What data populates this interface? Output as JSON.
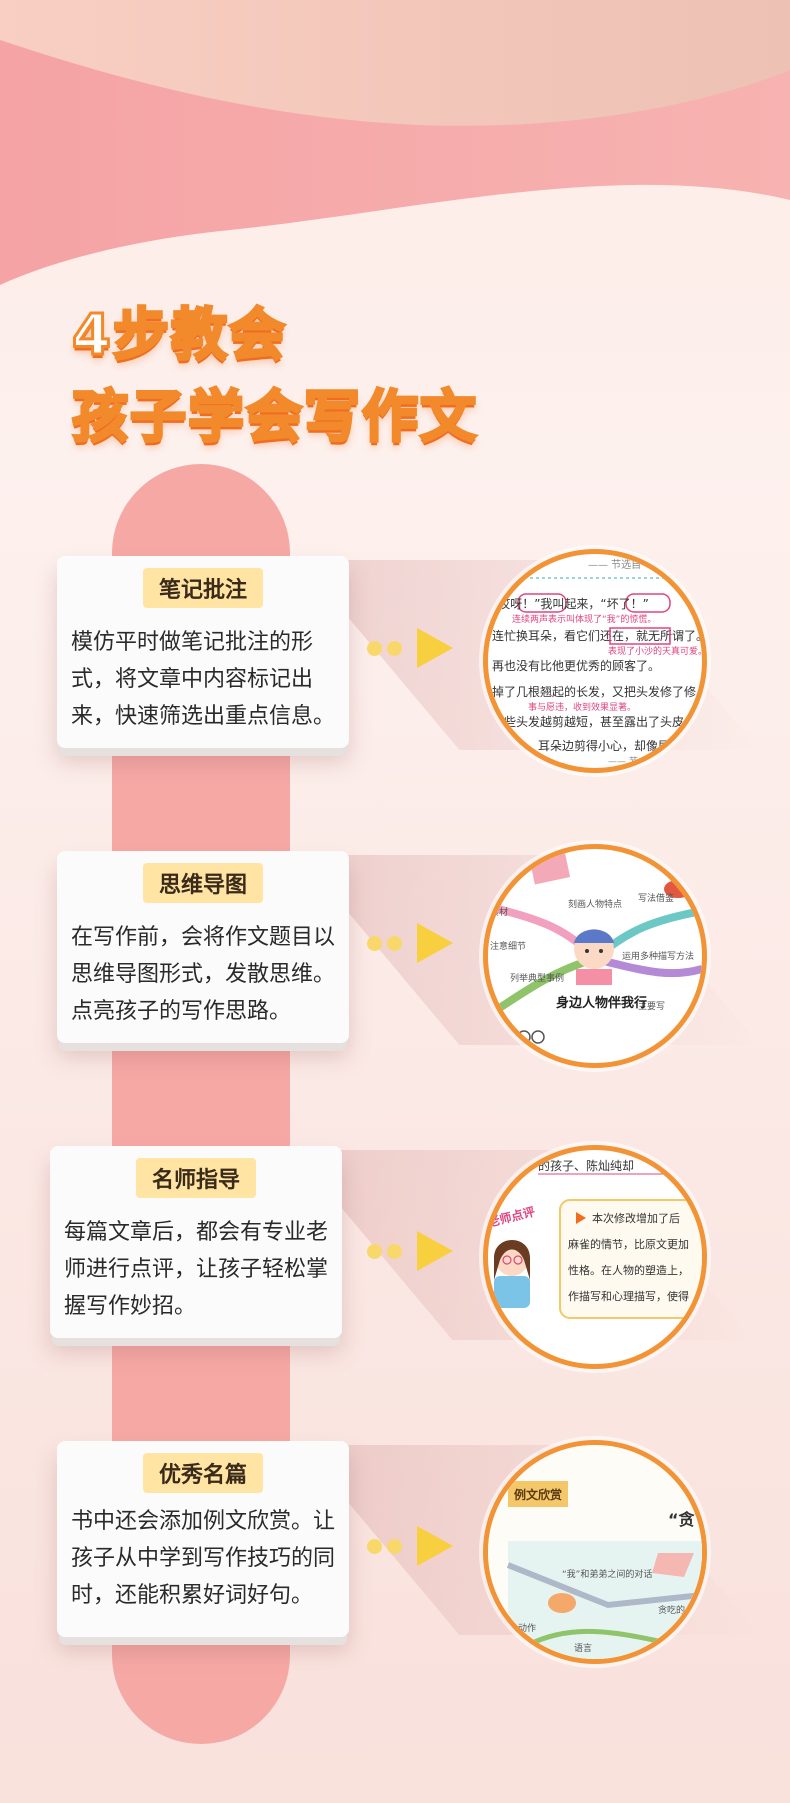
{
  "title": {
    "line1": "4步教会",
    "line2": "孩子学会写作文"
  },
  "steps": [
    {
      "badge": "笔记批注",
      "text": "模仿平时做笔记批注的形式，将文章中内容标记出来，快速筛选出重点信息。",
      "preview": {
        "header": "—— 节选自",
        "lines": [
          "“哎呀！”我叫起来，“坏了！”",
          "连忙换耳朵，看它们还在，就无所谓了。我",
          "再也没有比他更优秀的顾客了。",
          "掉了几根翘起的长发，又把头发修了修，",
          "一些头发越剪越短，甚至露出了头皮。一",
          "注注，耳朵边剪得小心，却像层",
          "—— 节"
        ],
        "notes": [
          "连续两声表示叫体现了“我”的惊慌。",
          "表现了小沙的天真可爱。",
          "事与愿违，收到效果显著。"
        ]
      }
    },
    {
      "badge": "思维导图",
      "text": "在写作前，会将作文题目以思维导图形式，发散思维。点亮孩子的写作思路。",
      "preview": {
        "center": "身边人物伴我行",
        "branches": [
          "刻画人物特点",
          "写法借鉴",
          "注意细节",
          "列举典型事例",
          "运用多种描写方法",
          "素材",
          "主要写"
        ]
      }
    },
    {
      "badge": "名师指导",
      "text": "每篇文章后，都会有专业老师进行点评，让孩子轻松掌握写作妙招。",
      "preview": {
        "top": "的孩子、陈灿纯却",
        "label": "老师点评",
        "lines": [
          "本次修改增加了后",
          "麻雀的情节，比原文更加",
          "性格。在人物的塑造上，",
          "作描写和心理描写，使得"
        ]
      }
    },
    {
      "badge": "优秀名篇",
      "text": "书中还会添加例文欣赏。让孩子从中学到写作技巧的同时，还能积累好词好句。",
      "preview": {
        "label": "例文欣赏",
        "quote": "“贪",
        "branches": [
          "“我”和弟弟之间的对话",
          "贪吃的小",
          "动作",
          "语言"
        ]
      }
    }
  ],
  "colors": {
    "accent": "#f29336",
    "pillar": "#f6a8a5",
    "badge": "#ffe4a3",
    "arrow": "#f8cf3e"
  }
}
